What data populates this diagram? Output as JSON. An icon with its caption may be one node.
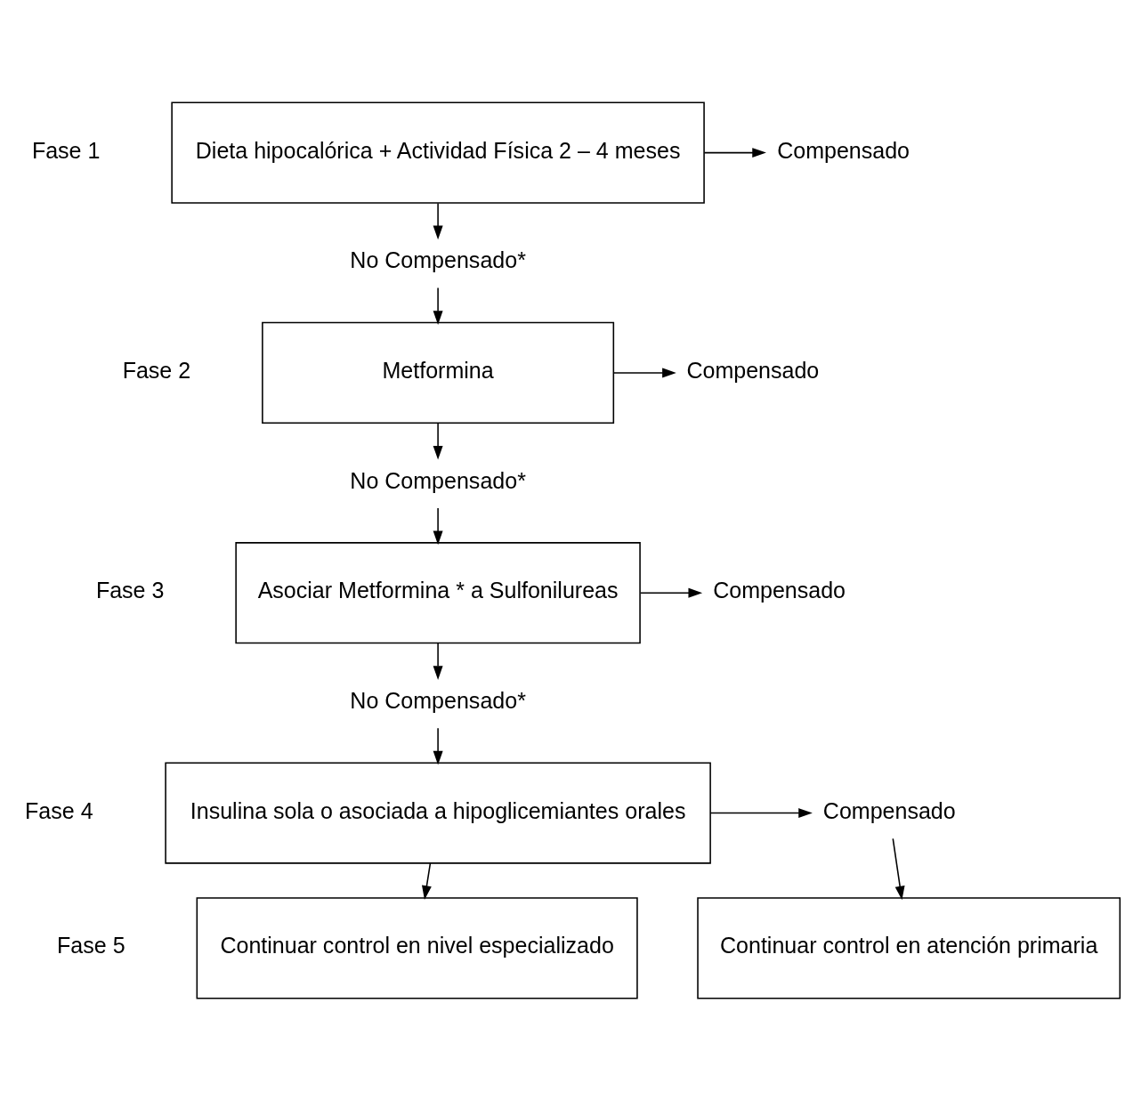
{
  "diagram": {
    "nodes": [
      {
        "text": [
          "Dieta hipocalórica + Actividad Física 2 – 4 meses"
        ],
        "beside": [
          "Fase 1"
        ]
      },
      {
        "text": [
          "Compensado"
        ]
      },
      {
        "text": [
          "No Compensado*"
        ]
      },
      {
        "text": [
          "Metformina"
        ],
        "beside": [
          "Fase 2"
        ]
      },
      {
        "text": [
          "Compensado"
        ]
      },
      {
        "text": [
          "No Compensado*"
        ]
      },
      {
        "text": [
          "Asociar Metformina * a Sulfonilureas"
        ],
        "beside": [
          "Fase 3"
        ]
      },
      {
        "text": [
          "Compensado"
        ]
      },
      {
        "text": [
          "No Compensado*"
        ]
      },
      {
        "text": [
          "Insulina sola o asociada a hipoglicemiantes orales"
        ],
        "beside": [
          "Fase 4"
        ]
      },
      {
        "text": [
          "Compensado"
        ]
      },
      {
        "text": [
          "Continuar control en nivel especializado"
        ],
        "beside": [
          "Fase 5"
        ]
      },
      {
        "text": [
          "Continuar control en atención primaria"
        ]
      }
    ],
    "edges": [
      {
        "from": 0,
        "to": 1,
        "arrow": "to"
      },
      {
        "from": 0,
        "to": 2,
        "arrow": "to"
      },
      {
        "from": 2,
        "to": 3,
        "arrow": "to"
      },
      {
        "from": 3,
        "to": 4,
        "arrow": "to"
      },
      {
        "from": 3,
        "to": 5,
        "arrow": "to"
      },
      {
        "from": 5,
        "to": 6,
        "arrow": "to"
      },
      {
        "from": 6,
        "to": 7,
        "arrow": "to"
      },
      {
        "from": 6,
        "to": 8,
        "arrow": "to"
      },
      {
        "from": 8,
        "to": 9,
        "arrow": "to"
      },
      {
        "from": 9,
        "to": 10,
        "arrow": "to"
      },
      {
        "from": 9,
        "to": 11,
        "arrow": "to"
      },
      {
        "from": 10,
        "to": 12,
        "arrow": "to"
      }
    ]
  }
}
